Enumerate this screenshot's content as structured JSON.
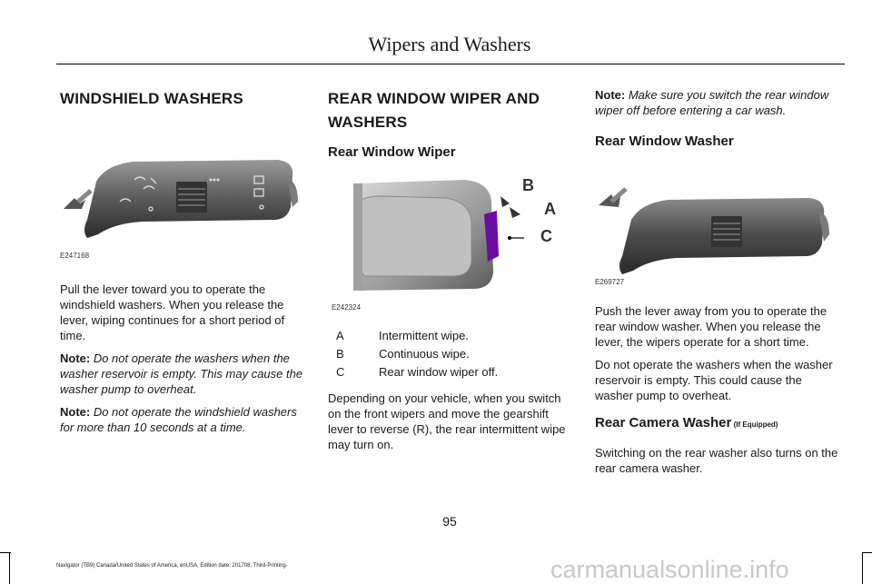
{
  "header": {
    "title": "Wipers and Washers"
  },
  "col1": {
    "heading": "WINDSHIELD WASHERS",
    "figure_code": "E247168",
    "para1": "Pull the lever toward you to operate the windshield washers.  When you release the lever, wiping continues for a short period of time.",
    "note1_label": "Note:",
    "note1_text": " Do not operate the washers when the washer reservoir is empty.  This may cause the washer pump to overheat.",
    "note2_label": "Note:",
    "note2_text": " Do not operate the windshield washers for more than 10 seconds at a time."
  },
  "col2": {
    "heading_line1": "REAR WINDOW WIPER AND",
    "heading_line2": "WASHERS",
    "subheading": "Rear Window Wiper",
    "figure_code": "E242324",
    "figure_labels": {
      "a": "A",
      "b": "B",
      "c": "C"
    },
    "legend": [
      {
        "key": "A",
        "value": "Intermittent wipe."
      },
      {
        "key": "B",
        "value": "Continuous wipe."
      },
      {
        "key": "C",
        "value": "Rear window wiper off."
      }
    ],
    "para1": "Depending on your vehicle, when you switch on the front wipers and move the gearshift lever to reverse (R), the rear intermittent wipe may turn on."
  },
  "col3": {
    "note_label": "Note:",
    "note_text": " Make sure you switch the rear window wiper off before entering a car wash.",
    "subheading1": "Rear Window Washer",
    "figure_code": "E269727",
    "para1": "Push the lever away from you to operate the rear window washer.  When you release the lever, the wipers operate for a short time.",
    "para2": "Do not operate the washers when the washer reservoir is empty. This could cause the washer pump to overheat.",
    "subheading2": "Rear Camera Washer",
    "subheading2_small": " (If Equipped)",
    "para3": "Switching on the rear washer also turns on the rear camera washer."
  },
  "footer": {
    "page_number": "95",
    "edition": "Navigator (TB9) Canada/United States of America, enUSA, Edition date: 201708, Third-Printing-"
  },
  "watermark": "carmanualsonline.info"
}
